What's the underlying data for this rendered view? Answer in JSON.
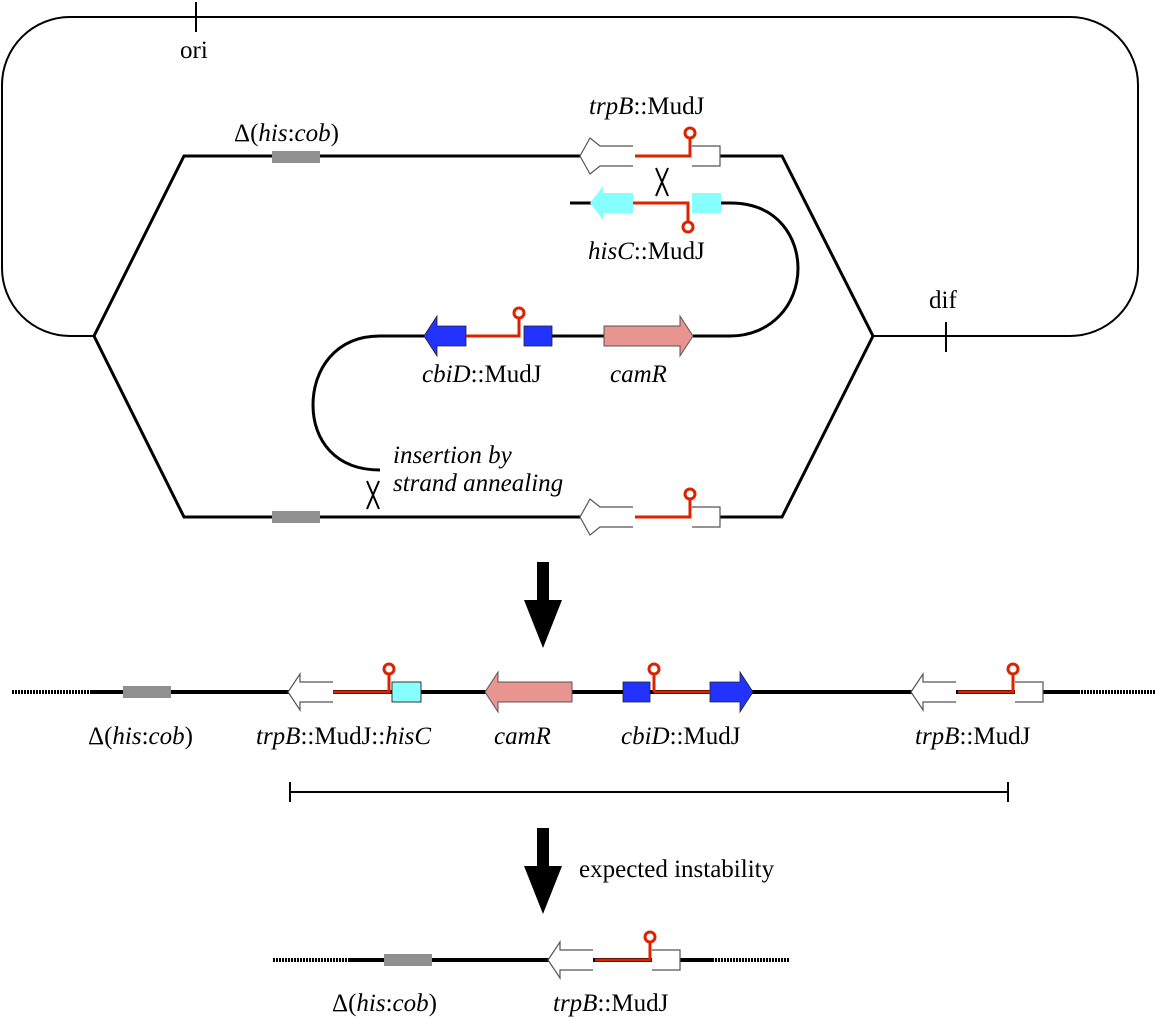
{
  "colors": {
    "dna": "#000000",
    "mudj": "#dd2200",
    "deletion": "#909090",
    "hisC": "#88ffff",
    "cbiD": "#2233ff",
    "camR": "#e89490",
    "trpB": "#ffffff"
  },
  "labels": {
    "ori": "ori",
    "dif": "dif",
    "top_deletion": [
      "Δ(",
      "his",
      ":",
      "cob",
      ")"
    ],
    "top_trpB": [
      "trpB",
      "::MudJ"
    ],
    "hisC_mudj": [
      "hisC",
      "::MudJ"
    ],
    "cbiD_mudj": [
      "cbiD",
      "::MudJ"
    ],
    "camR": "camR",
    "insertion_line1": "insertion by",
    "insertion_line2": "strand annealing",
    "mid_deletion": [
      "Δ(",
      "his",
      ":",
      "cob",
      ")"
    ],
    "mid_trpB_hisC": [
      "trpB",
      "::MudJ::",
      "hisC"
    ],
    "mid_camR": "camR",
    "mid_cbiD": [
      "cbiD",
      "::MudJ"
    ],
    "mid_trpB": [
      "trpB",
      "::MudJ"
    ],
    "instability": "expected instability",
    "bottom_deletion": [
      "Δ(",
      "his",
      ":",
      "cob",
      ")"
    ],
    "bottom_trpB": [
      "trpB",
      "::MudJ"
    ]
  }
}
